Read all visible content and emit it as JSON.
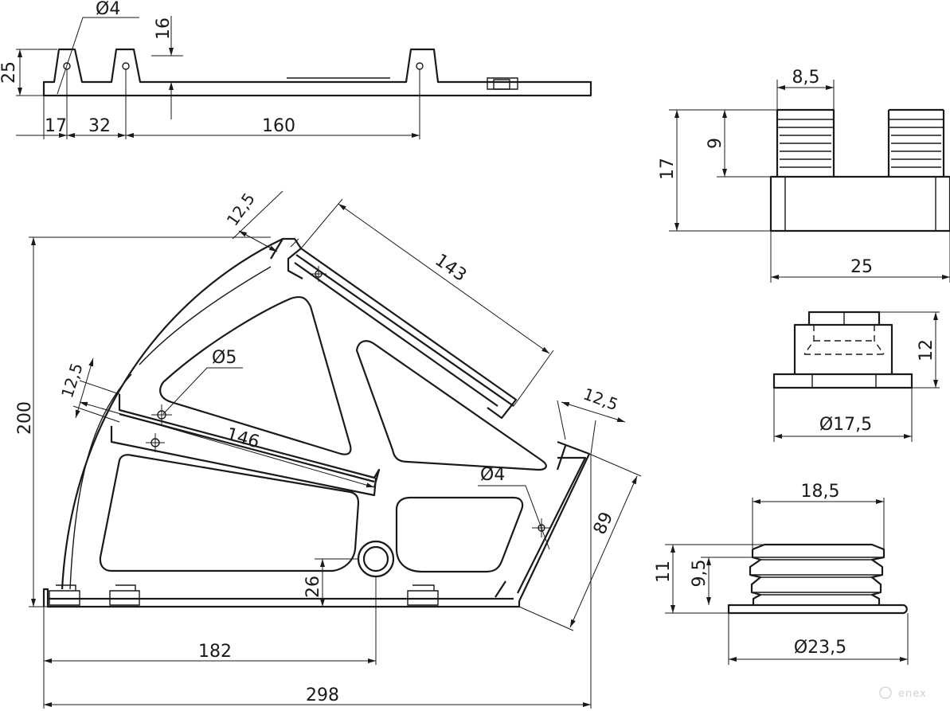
{
  "top_view": {
    "label_d4": "Ø4",
    "label_16": "16",
    "label_25": "25",
    "label_17": "17",
    "label_32": "32",
    "label_160": "160"
  },
  "main_view": {
    "label_12_5_top": "12,5",
    "label_143": "143",
    "label_d5": "Ø5",
    "label_12_5_left": "12,5",
    "label_146": "146",
    "label_200": "200",
    "label_12_5_right": "12,5",
    "label_d4": "Ø4",
    "label_89": "89",
    "label_26": "26",
    "label_182": "182",
    "label_298": "298"
  },
  "foot_view": {
    "label_8_5": "8,5",
    "label_9": "9",
    "label_17": "17",
    "label_25": "25"
  },
  "cap_view": {
    "label_12": "12",
    "label_d17_5": "Ø17,5"
  },
  "plug_view": {
    "label_18_5": "18,5",
    "label_11": "11",
    "label_9_5": "9,5",
    "label_d23_5": "Ø23,5"
  },
  "watermark": {
    "text": "enex"
  }
}
